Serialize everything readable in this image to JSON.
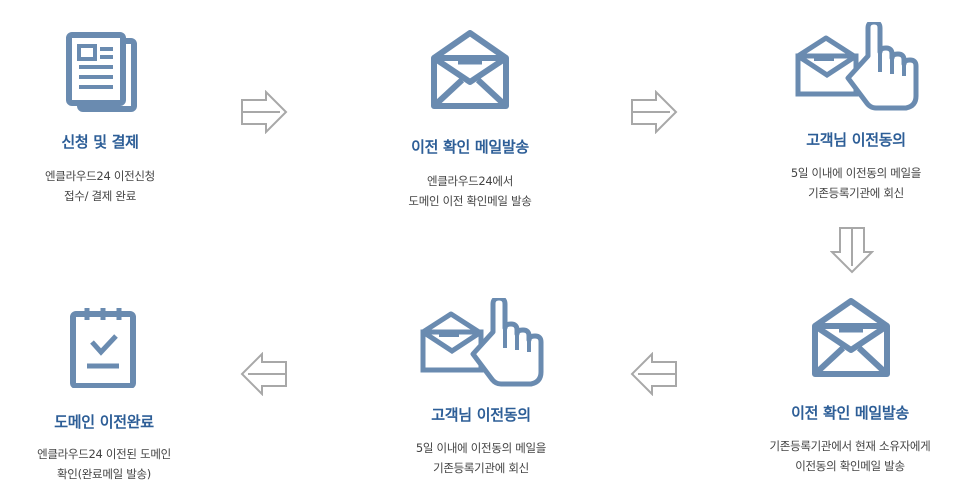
{
  "colors": {
    "icon": "#6a8bb0",
    "title": "#2d5e97",
    "text": "#444444",
    "arrow": "#a8a8a8"
  },
  "steps": [
    {
      "icon": "document-icon",
      "title": "신청 및 결제",
      "desc": [
        "엔클라우드24 이전신청",
        "접수/ 결제 완료"
      ]
    },
    {
      "icon": "open-envelope-icon",
      "title": "이전 확인 메일발송",
      "desc": [
        "엔클라우드24에서",
        "도메인 이전 확인메일 발송"
      ]
    },
    {
      "icon": "envelope-hand-icon",
      "title": "고객님 이전동의",
      "desc": [
        "5일 이내에 이전동의 메일을",
        "기존등록기관에 회신"
      ]
    },
    {
      "icon": "open-envelope-icon",
      "title": "이전 확인 메일발송",
      "desc": [
        "기존등록기관에서 현재 소유자에게",
        "이전동의 확인메일 발송"
      ]
    },
    {
      "icon": "envelope-hand-icon",
      "title": "고객님 이전동의",
      "desc": [
        "5일 이내에 이전동의 메일을",
        "기존등록기관에 회신"
      ]
    },
    {
      "icon": "checklist-icon",
      "title": "도메인 이전완료",
      "desc": [
        "엔클라우드24 이전된 도메인",
        "확인(완료메일 발송)"
      ]
    }
  ]
}
